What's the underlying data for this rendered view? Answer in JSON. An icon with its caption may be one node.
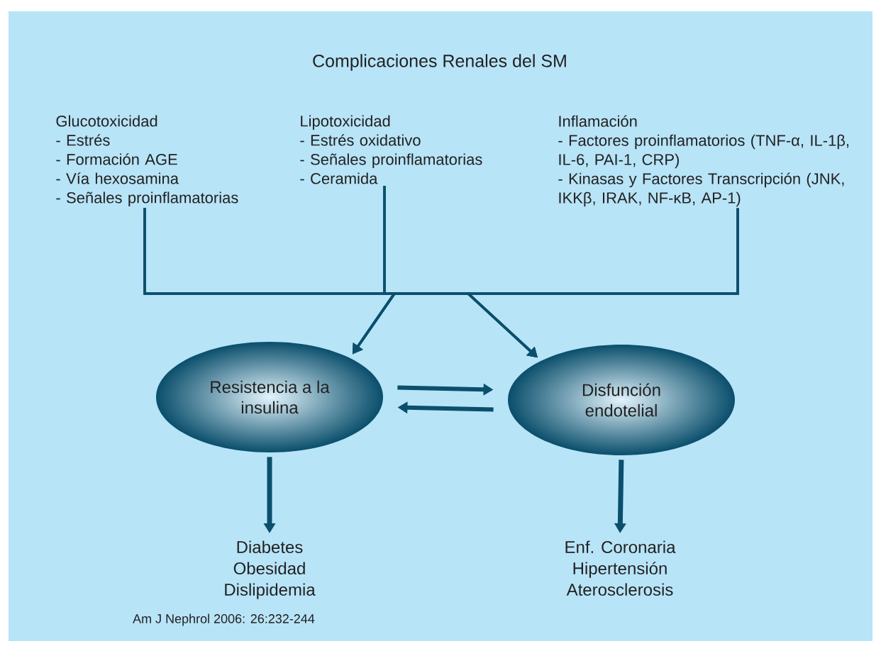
{
  "diagram": {
    "title": "Complicaciones Renales del SM",
    "nodes": [
      {
        "text": [
          "Glucotoxicidad",
          "- Estrés",
          "- Formación AGE",
          "- Vía hexosamina",
          "- Señales proinflamatorias"
        ]
      },
      {
        "text": [
          "Lipotoxicidad",
          "- Estrés oxidativo",
          "- Señales proinflamatorias",
          "- Ceramida"
        ]
      },
      {
        "text": [
          "Inflamación",
          "- Factores proinflamatorios (TNF-α, IL-1β, IL-6, PAI-1, CRP)",
          "- Kinasas y Factores Transcripción (JNK, IKKβ, IRAK, NF-κB, AP-1)"
        ]
      },
      {
        "text": [
          "Resistencia a la insulina"
        ]
      },
      {
        "text": [
          "Disfunción endotelial"
        ]
      },
      {
        "text": [
          "Diabetes",
          "Obesidad",
          "Dislipidemia"
        ]
      },
      {
        "text": [
          "Enf. Coronaria",
          "Hipertensión",
          "Aterosclerosis"
        ]
      }
    ],
    "edges": [
      {
        "from": 0,
        "to": 3,
        "arrow": "to"
      },
      {
        "from": 1,
        "to": 3,
        "arrow": "to"
      },
      {
        "from": 2,
        "to": 3,
        "arrow": "to"
      },
      {
        "from": 0,
        "to": 4,
        "arrow": "to"
      },
      {
        "from": 1,
        "to": 4,
        "arrow": "to"
      },
      {
        "from": 2,
        "to": 4,
        "arrow": "to"
      },
      {
        "from": 3,
        "to": 4,
        "arrow": "to"
      },
      {
        "from": 4,
        "to": 3,
        "arrow": "to"
      },
      {
        "from": 3,
        "to": 5,
        "arrow": "to",
        "style": "thick"
      },
      {
        "from": 4,
        "to": 6,
        "arrow": "to",
        "style": "thick"
      }
    ],
    "labels": [
      "Am J Nephrol 2006: 26:232-244"
    ]
  }
}
